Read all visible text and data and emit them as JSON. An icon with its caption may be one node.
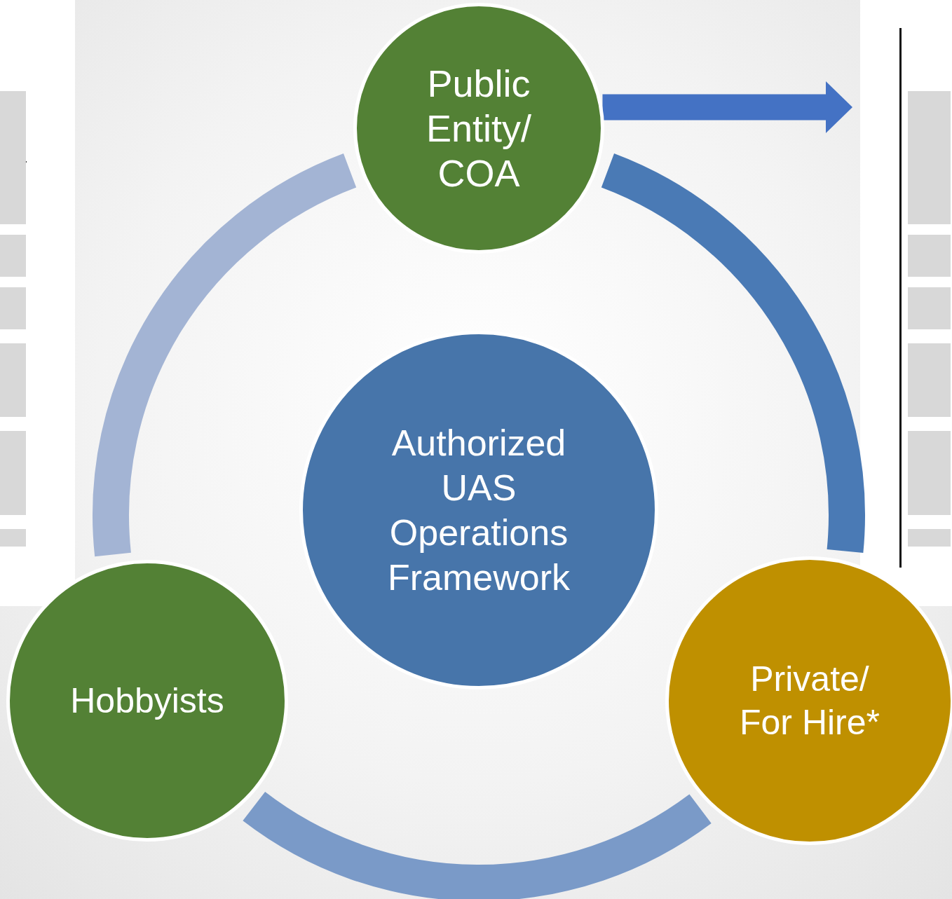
{
  "diagram": {
    "nodes": [
      {
        "text": [
          "Public Entity/ COA"
        ]
      },
      {
        "text": [
          "Authorized UAS Operations Framework"
        ]
      },
      {
        "text": [
          "Hobbyists"
        ]
      },
      {
        "text": [
          "Private/ For Hire*"
        ]
      },
      {
        "text": [],
        "shape": "picture"
      }
    ],
    "edges": [
      {
        "from": 0,
        "to": 4,
        "arrow": "to",
        "color": "#4472c4"
      },
      {
        "from": 0,
        "to": 3,
        "arrow": "none",
        "color": "#4a7ab5"
      },
      {
        "from": 3,
        "to": 2,
        "arrow": "none",
        "color": "#7a9ac8"
      },
      {
        "from": 2,
        "to": 0,
        "arrow": "none",
        "color": "#a3b4d4"
      }
    ]
  }
}
